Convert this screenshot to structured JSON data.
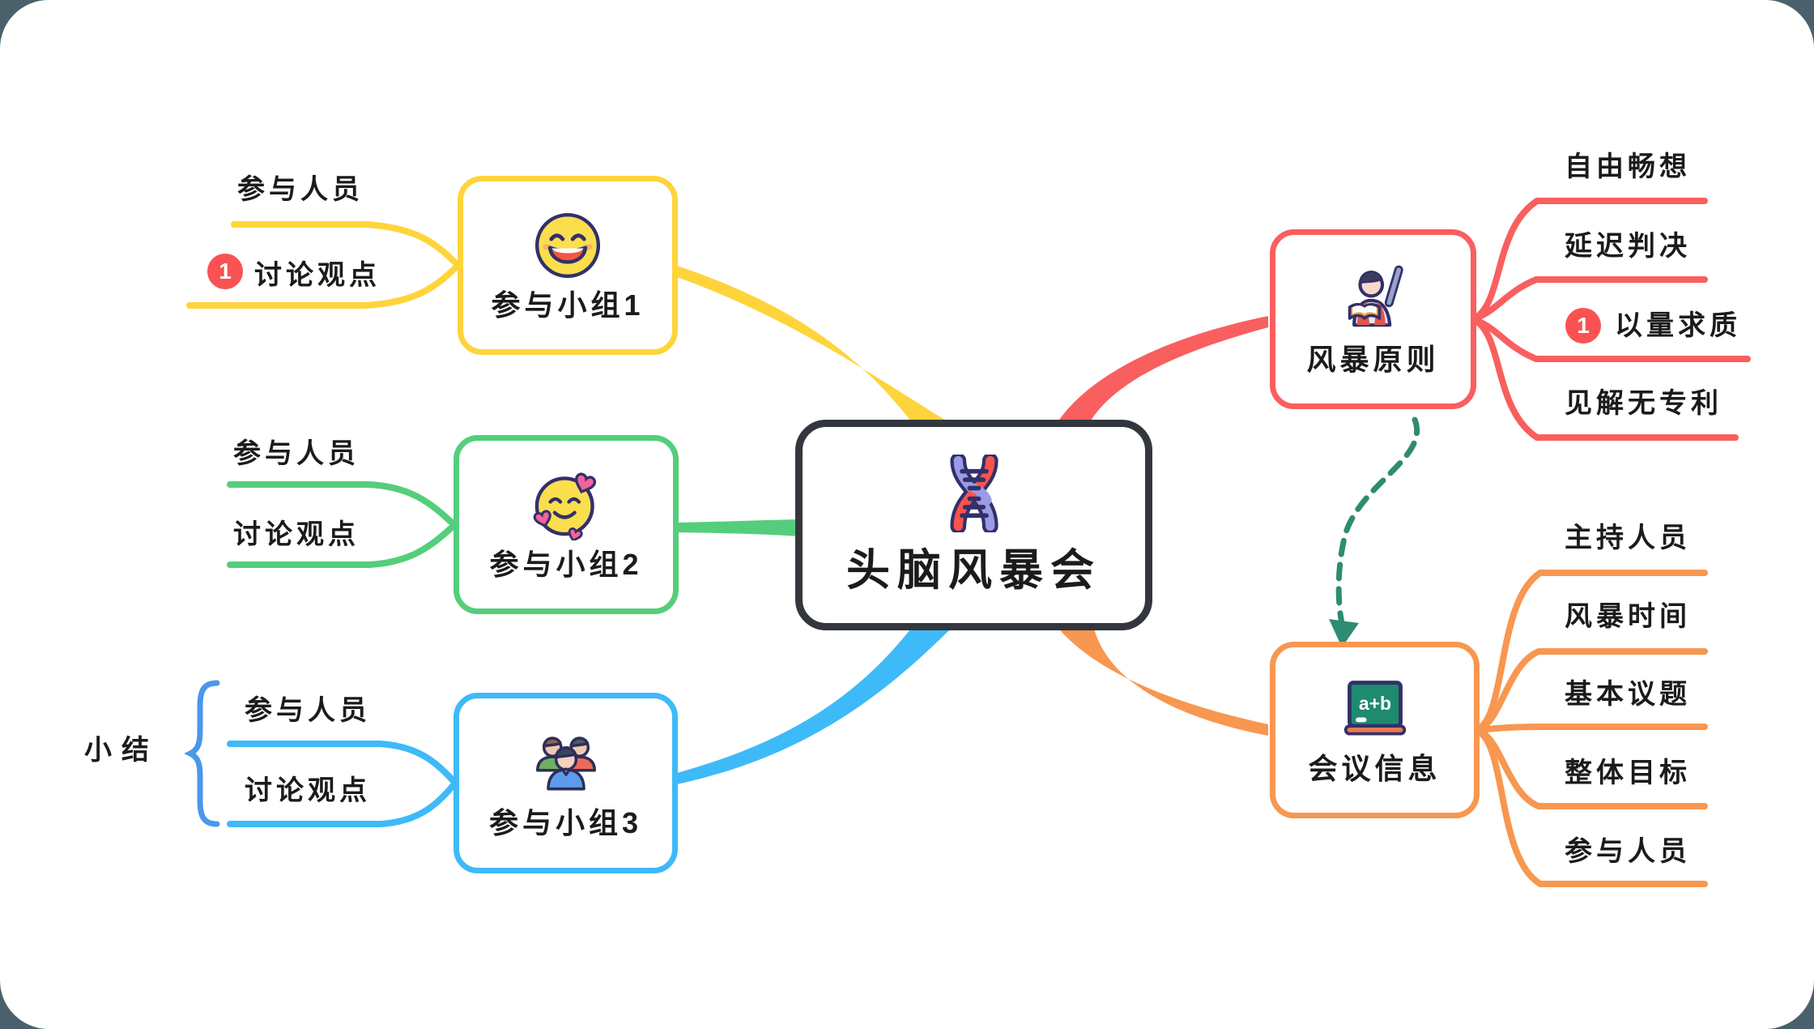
{
  "central": {
    "title": "头脑风暴会",
    "icon": "dna-icon"
  },
  "branches": [
    {
      "label": "参与小组1",
      "color": "#ffd43b",
      "icon": "grinning-face-icon",
      "children": [
        {
          "label": "参与人员"
        },
        {
          "label": "讨论观点",
          "badge": "1"
        }
      ]
    },
    {
      "label": "参与小组2",
      "color": "#55ce7b",
      "icon": "smiling-face-with-hearts-icon",
      "children": [
        {
          "label": "参与人员"
        },
        {
          "label": "讨论观点"
        }
      ]
    },
    {
      "label": "参与小组3",
      "color": "#3ebaf8",
      "icon": "people-group-icon",
      "summary_label": "小结",
      "children": [
        {
          "label": "参与人员"
        },
        {
          "label": "讨论观点"
        }
      ]
    },
    {
      "label": "风暴原则",
      "color": "#f95f5f",
      "icon": "teacher-icon",
      "children": [
        {
          "label": "自由畅想"
        },
        {
          "label": "延迟判决"
        },
        {
          "label": "以量求质",
          "badge": "1"
        },
        {
          "label": "见解无专利"
        }
      ]
    },
    {
      "label": "会议信息",
      "color": "#f79750",
      "icon": "chalkboard-icon",
      "board_text": "a+b",
      "children": [
        {
          "label": "主持人员"
        },
        {
          "label": "风暴时间"
        },
        {
          "label": "基本议题"
        },
        {
          "label": "整体目标"
        },
        {
          "label": "参与人员"
        }
      ]
    }
  ],
  "relationship": {
    "type": "dashed-arrow",
    "from": "风暴原则",
    "to": "会议信息",
    "color": "#2e8c72"
  },
  "colors": {
    "backdrop": "#4a616c",
    "yellow": "#ffd43b",
    "green": "#55ce7b",
    "sky_blue": "#3ebaf8",
    "brace_blue": "#4a97ec",
    "red": "#f95f5f",
    "orange": "#f79750",
    "badge": "#fa5252",
    "central_border": "#33373d",
    "relationship_teal": "#2e8c72"
  }
}
